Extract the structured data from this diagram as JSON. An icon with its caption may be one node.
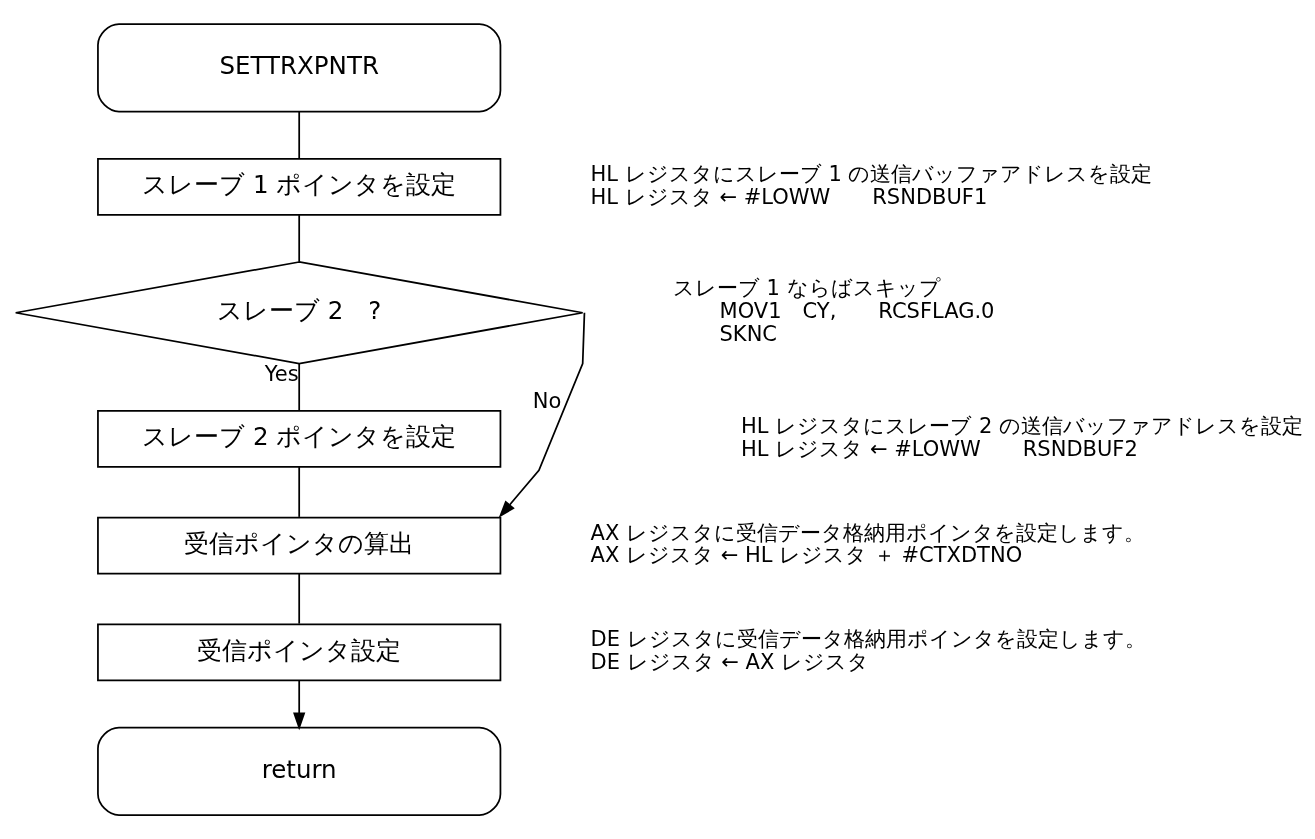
{
  "diagram": {
    "nodes": [
      {
        "text": [
          "SETTRXPNTR"
        ]
      },
      {
        "text": [
          "スレーブ 1 ポインタを設定"
        ]
      },
      {
        "text": [
          "スレーブ 2　?"
        ]
      },
      {
        "text": [
          "スレーブ 2 ポインタを設定"
        ]
      },
      {
        "text": [
          "受信ポインタの算出"
        ]
      },
      {
        "text": [
          "受信ポインタ設定"
        ]
      },
      {
        "text": [
          "return"
        ]
      }
    ],
    "edges": [
      {
        "from": 0,
        "to": 1,
        "arrow": "none"
      },
      {
        "from": 1,
        "to": 2,
        "arrow": "none"
      },
      {
        "from": 2,
        "to": 3,
        "label": "Yes",
        "arrow": "none"
      },
      {
        "from": 2,
        "to": 4,
        "label": "No",
        "arrow": "to"
      },
      {
        "from": 3,
        "to": 4,
        "arrow": "none"
      },
      {
        "from": 4,
        "to": 5,
        "arrow": "none"
      },
      {
        "from": 5,
        "to": 6,
        "arrow": "to"
      }
    ],
    "labels": [
      "HL レジスタにスレーブ 1 の送信バッファアドレスを設定",
      "HL レジスタ ← #LOWW　　RSNDBUF1",
      "スレーブ 1 ならばスキップ",
      "MOV1　CY,　　RCSFLAG.0",
      "SKNC",
      "HL レジスタにスレーブ 2 の送信バッファアドレスを設定",
      "HL レジスタ ← #LOWW　　RSNDBUF2",
      "AX レジスタに受信データ格納用ポインタを設定します。",
      "AX レジスタ ← HL レジスタ ＋ #CTXDTNO",
      "DE レジスタに受信データ格納用ポインタを設定します。",
      "DE レジスタ ← AX レジスタ"
    ]
  }
}
